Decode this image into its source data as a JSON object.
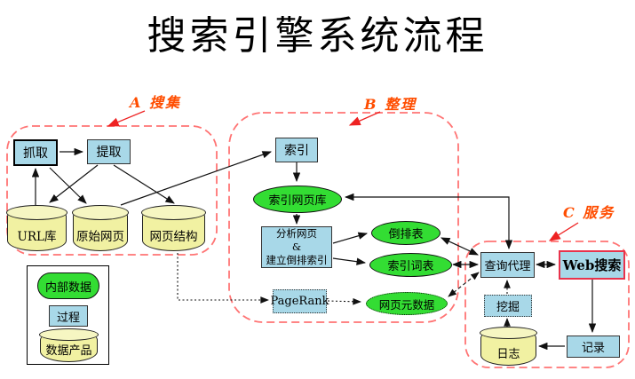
{
  "title": "搜索引擎系统流程",
  "regions": {
    "a": "A 搜集",
    "b": "B 整理",
    "c": "C 服务"
  },
  "nodes": {
    "crawl": "抓取",
    "extract": "提取",
    "url_db": "URL库",
    "raw_pages": "原始网页",
    "page_structure": "网页结构",
    "index": "索引",
    "indexed_page_db": "索引网页库",
    "analyze_line1": "分析网页",
    "analyze_line2": "&",
    "analyze_line3": "建立倒排索引",
    "inverted_table": "倒排表",
    "index_lexicon": "索引词表",
    "pagerank": "PageRank",
    "page_metadata": "网页元数据",
    "query_agent": "查询代理",
    "web_search": "Web搜索",
    "mining": "挖掘",
    "log": "日志",
    "record": "记录"
  },
  "legend": {
    "internal_data": "内部数据",
    "process": "过程",
    "data_product": "数据产品"
  },
  "colors": {
    "process_fill": "#a8d8e8",
    "internal_data_fill": "#33dd33",
    "data_product_fill": "#f1f1a2",
    "region_border": "#ff7474",
    "region_label": "#ff4d00",
    "web_search_border": "#e8334c",
    "arrow": "#111111",
    "pointer_arrow": "#ee2222",
    "title_color": "#000000"
  }
}
